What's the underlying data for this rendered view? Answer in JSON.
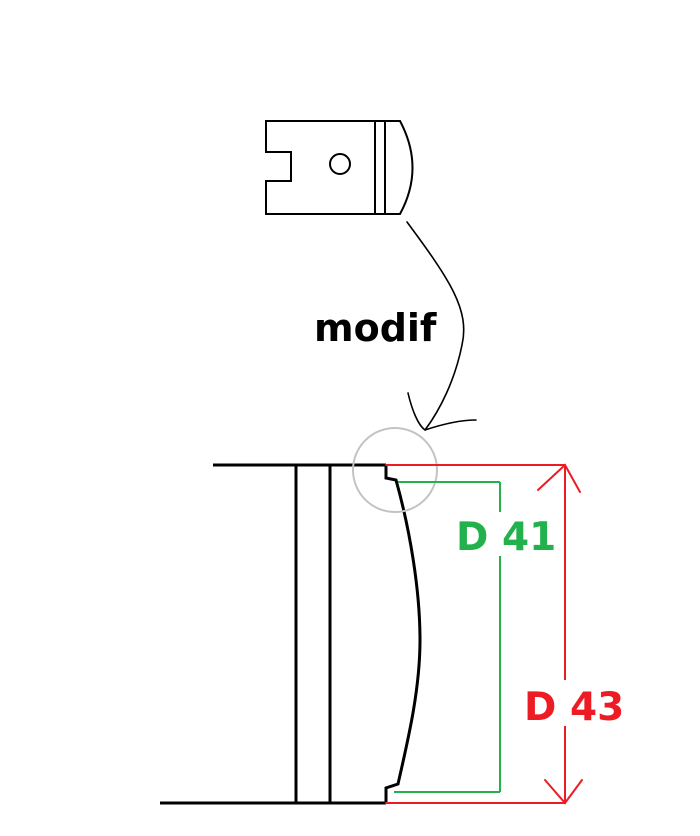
{
  "labels": {
    "modif": "modif",
    "d41": "D 41",
    "d43": "D 43"
  },
  "colors": {
    "ink": "#000000",
    "green": "#22b14c",
    "red": "#ed1c24",
    "circle": "#c3c3c3"
  }
}
